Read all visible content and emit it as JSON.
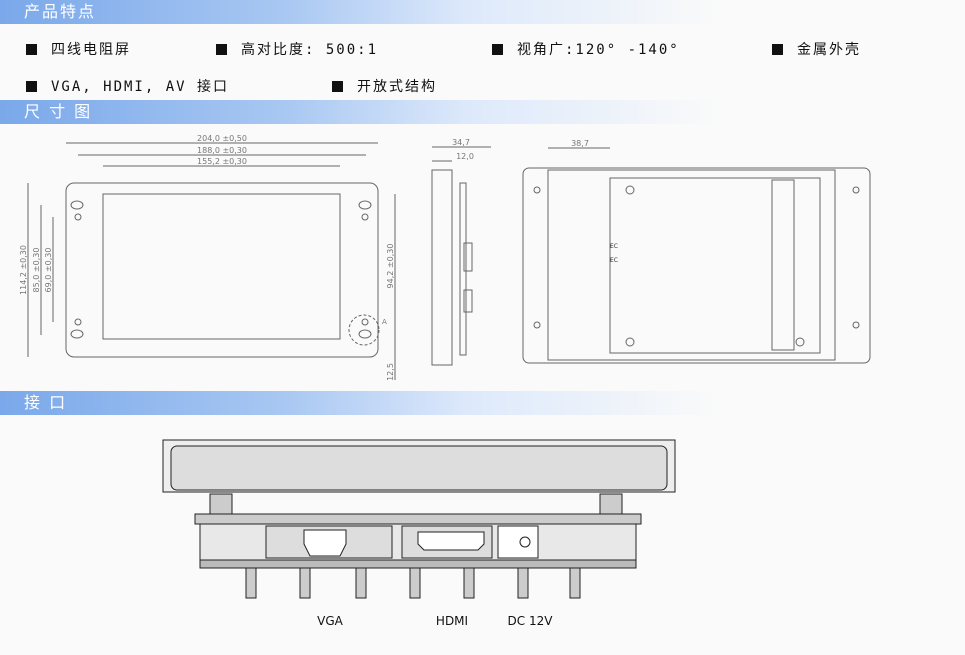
{
  "sections": {
    "features": "产品特点",
    "dimensions": "尺 寸 图",
    "interfaces": "接 口"
  },
  "features": [
    "四线电阻屏",
    "高对比度: 500:1",
    "视角广:120° -140°",
    "金属外壳",
    "VGA, HDMI, AV 接口",
    "开放式结构"
  ],
  "dims": {
    "w1": "204,0 ±0,50",
    "w2": "188,0 ±0,30",
    "w3": "155,2 ±0,30",
    "h1": "114,2 ±0,30",
    "h2": "85,0 ±0,30",
    "h3": "69,0 ±0,30",
    "h4": "94,2 ±0,30",
    "h5": "12,5",
    "d1": "34,7",
    "d2": "12,0",
    "d3": "38,7",
    "detail": "A",
    "ec1": "EC",
    "ec2": "EC"
  },
  "ports": {
    "vga": "VGA",
    "hdmi": "HDMI",
    "dc": "DC 12V"
  }
}
